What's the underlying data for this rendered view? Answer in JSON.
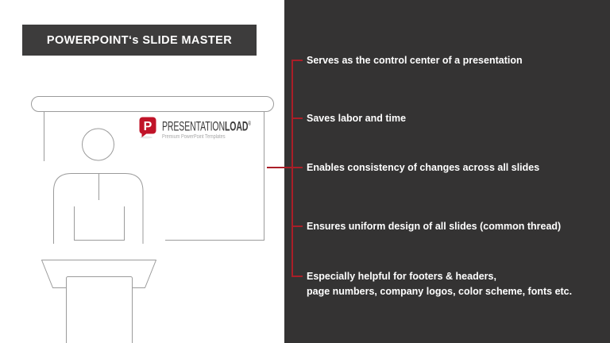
{
  "slide": {
    "title": "POWERPOINT‘s SLIDE MASTER"
  },
  "logo": {
    "icon_letter": "P",
    "brand_regular": "PRESENTATION",
    "brand_bold": "LOAD",
    "registered_mark": "®",
    "tagline": "Premium PowerPoint Templates"
  },
  "panel": {
    "items": [
      {
        "text": "Serves as the control center of a presentation"
      },
      {
        "text": "Saves labor and time"
      },
      {
        "text": "Enables consistency of changes across all slides"
      },
      {
        "text": "Ensures uniform design of all slides (common thread)"
      },
      {
        "text": "Especially helpful for footers & headers,\npage numbers, company logos, color scheme, fonts etc."
      }
    ]
  },
  "illustration": {
    "name": "presenter-at-lectern-in-front-of-screen"
  },
  "colors": {
    "panel_bg": "#343333",
    "title_bg": "#3d3c3c",
    "accent_red": "#aa1e28",
    "logo_red": "#c01328",
    "line_gray": "#9b9b9b",
    "text_white": "#ffffff",
    "tagline_gray": "#a9a9a9",
    "brand_dark": "#3b3a3a"
  }
}
